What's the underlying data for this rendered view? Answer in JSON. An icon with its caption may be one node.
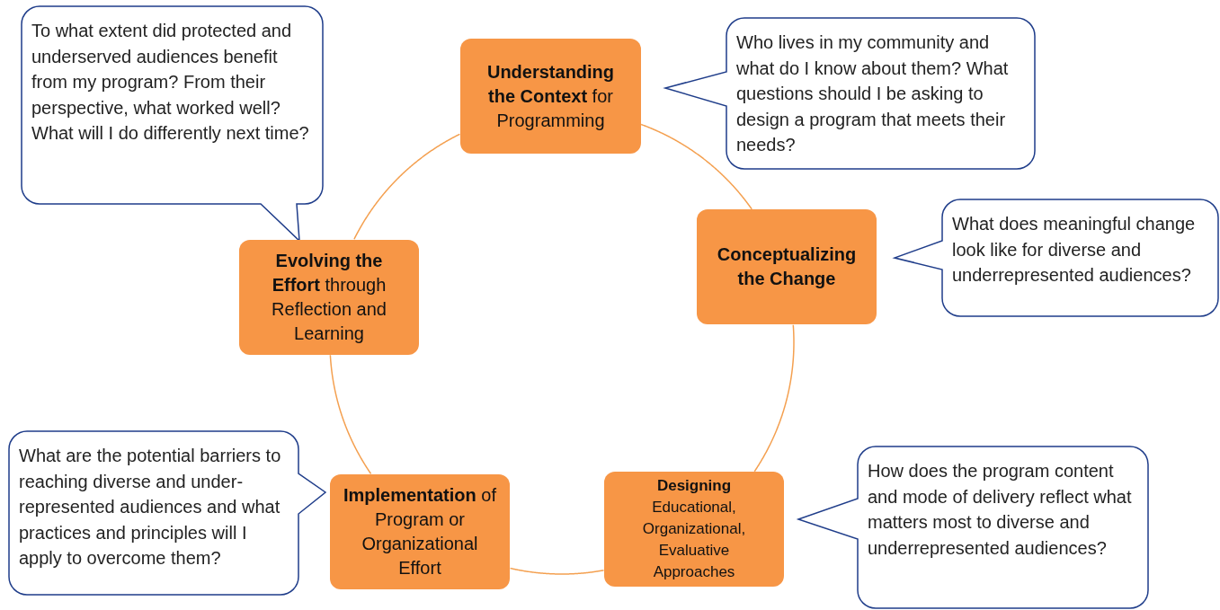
{
  "diagram": {
    "nodes": [
      {
        "text": [
          "To what extent did protected and underserved audiences benefit from my program? From their perspective, what worked well? What will I do differently next time?"
        ]
      },
      {
        "text": [
          "**Understanding the Context** for Programming"
        ]
      },
      {
        "text": [
          "Who lives in my community and what do I know about them? What questions should I be asking to design a program that meets their needs?"
        ]
      },
      {
        "text": [
          "Conceptualizing the Change"
        ]
      },
      {
        "text": [
          "What does meaningful change look like for diverse and underrepresented audiences?"
        ]
      },
      {
        "text": [
          "**Evolving the Effort** through Reflection and Learning"
        ]
      },
      {
        "text": [
          "What are the potential barriers to reaching diverse and under-represented audiences and what practices and principles will I apply to overcome them?"
        ]
      },
      {
        "text": [
          "**Implementation** of Program or Organizational Effort"
        ]
      },
      {
        "text": [
          "**Designing** Educational, Organizational, Evaluative Approaches"
        ]
      },
      {
        "text": [
          "How does the program content and mode of delivery reflect what matters most to diverse and underrepresented audiences?"
        ]
      }
    ],
    "edges": [
      {
        "from": 1,
        "to": 3,
        "arrow": "none"
      },
      {
        "from": 3,
        "to": 8,
        "arrow": "none"
      },
      {
        "from": 8,
        "to": 7,
        "arrow": "none"
      },
      {
        "from": 7,
        "to": 5,
        "arrow": "none"
      },
      {
        "from": 5,
        "to": 1,
        "arrow": "none"
      }
    ]
  }
}
